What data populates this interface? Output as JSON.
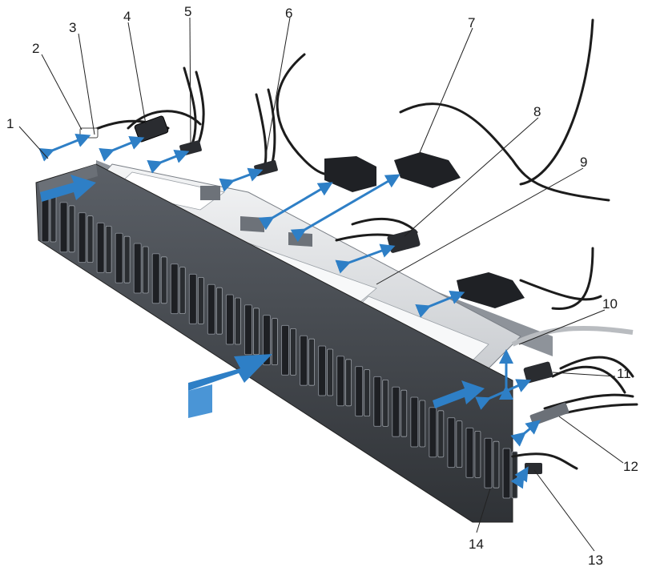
{
  "colors": {
    "background": "#ffffff",
    "panel_dark": "#3a3d42",
    "panel_mid": "#5b6067",
    "panel_light": "#c9ccd0",
    "shroud": "#e8eaec",
    "slot_dark": "#1e2024",
    "arrow_blue": "#2e7fc6",
    "cable_black": "#1c1c1c",
    "callout_line": "#222222"
  },
  "icons": {
    "install_arrow": "large-blue-push-arrow-icon",
    "connect_arrow": "double-headed-blue-arrow-icon"
  },
  "callouts": [
    {
      "num": "1"
    },
    {
      "num": "2"
    },
    {
      "num": "3"
    },
    {
      "num": "4"
    },
    {
      "num": "5"
    },
    {
      "num": "6"
    },
    {
      "num": "7"
    },
    {
      "num": "8"
    },
    {
      "num": "9"
    },
    {
      "num": "10"
    },
    {
      "num": "11"
    },
    {
      "num": "12"
    },
    {
      "num": "13"
    },
    {
      "num": "14"
    }
  ]
}
